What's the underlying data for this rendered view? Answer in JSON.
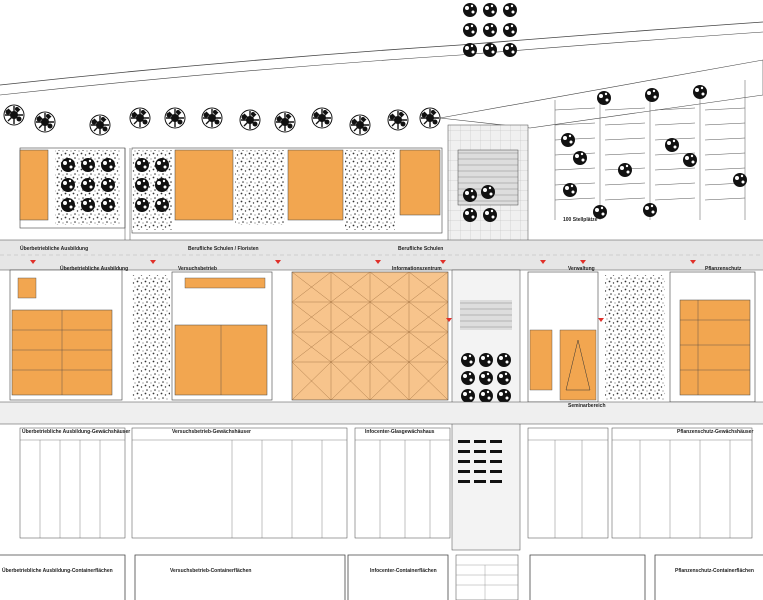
{
  "labels": {
    "ueberbetriebliche_ausbildung_top": "Überbetriebliche Ausbildung",
    "ueberbetriebliche_ausbildung": "Überbetriebliche Ausbildung",
    "berufliche_schulen_florist": "Berufliche Schulen / Floristen",
    "berufliche_schulen": "Berufliche Schulen",
    "versuchsbetrieb": "Versuchsbetrieb",
    "informationszentrum": "Informationszentrum",
    "verwaltung": "Verwaltung",
    "pflanzenschutz": "Pflanzenschutz",
    "seminarbereich": "Seminarbereich",
    "stellplaetze": "100 Stellplätze",
    "gh_ausbildung": "Überbetriebliche Ausbildung-Gewächshäuser",
    "gh_versuch": "Versuchsbetrieb-Gewächshäuser",
    "gh_infocenter": "Infocenter-Glasgewächshaus",
    "gh_pflanzenschutz": "Pflanzenschutz-Gewächshäuser",
    "cf_ausbildung": "Überbetriebliche Ausbildung-Containerflächen",
    "cf_versuch": "Versuchsbetrieb-Containerflächen",
    "cf_infocenter": "Infocenter-Containerflächen",
    "cf_pflanzenschutz": "Pflanzenschutz-Containerflächen"
  },
  "colors": {
    "building": "#f2a650",
    "infocenter": "#f7c48c",
    "road": "#e6e6e6",
    "line": "#444444",
    "marker": "#e0302a",
    "tree": "#111111"
  },
  "icons": [
    "tree-icon",
    "gravel-pattern",
    "entrance-marker-icon"
  ]
}
